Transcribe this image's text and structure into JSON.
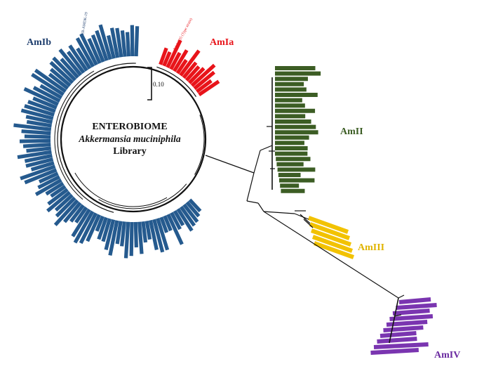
{
  "center": {
    "line1": "ENTEROBIOME",
    "line2": "Akkermansia muciniphila",
    "line3": "Library"
  },
  "scale_bar": {
    "label": "0.10"
  },
  "leaf_labels": {
    "amib_strain": "EB-AMDK-19",
    "amia_strain": "BAA-835 (Type strain)"
  },
  "clades": [
    {
      "name": "AmIa",
      "color": "#e8141a",
      "label_color": "#e8141a",
      "leaves": 14
    },
    {
      "name": "AmIb",
      "color": "#255a8e",
      "label_color": "#1f3f6e",
      "leaves": 88
    },
    {
      "name": "AmII",
      "color": "#3c5d24",
      "label_color": "#3c5d24",
      "leaves": 24
    },
    {
      "name": "AmIII",
      "color": "#f2c200",
      "label_color": "#e0b400",
      "leaves": 5
    },
    {
      "name": "AmIV",
      "color": "#7a35b0",
      "label_color": "#6a2aa0",
      "leaves": 10
    }
  ]
}
